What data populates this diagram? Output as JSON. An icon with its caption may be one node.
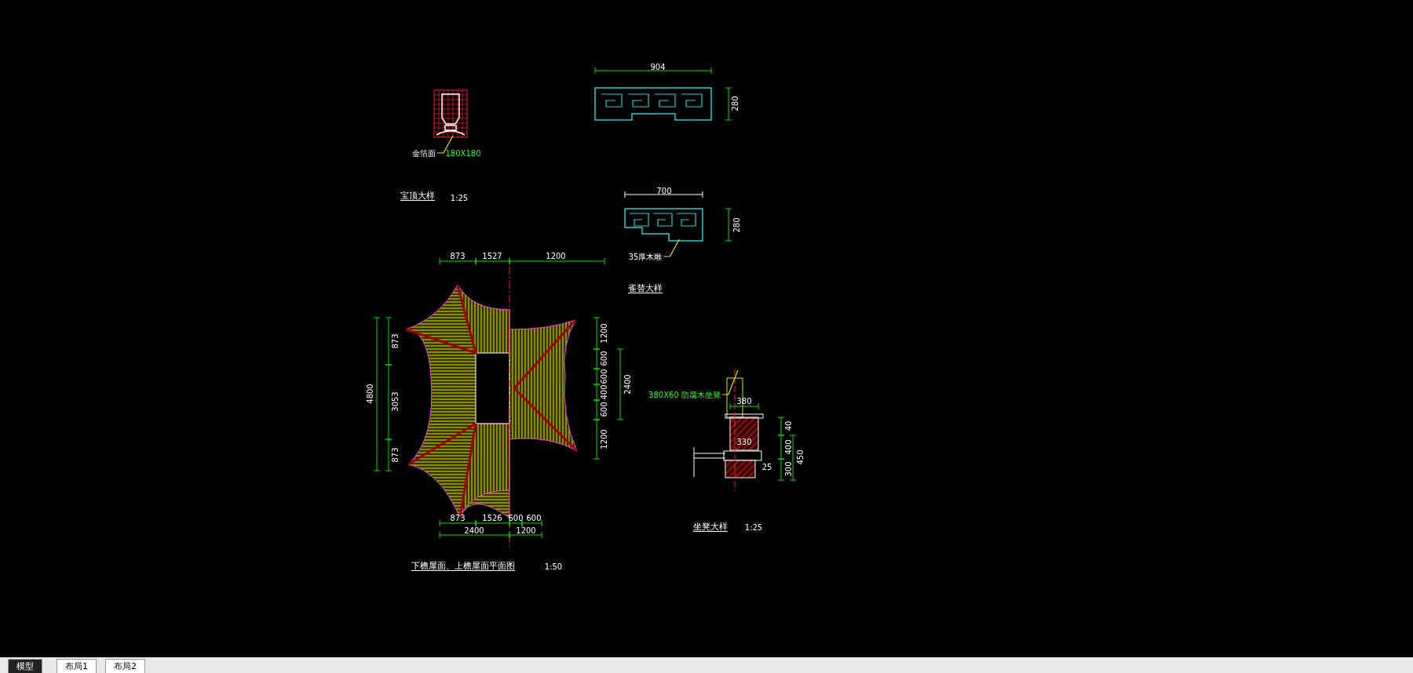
{
  "diagram": {
    "nodes": [
      {
        "text": [
          "金箔面"
        ]
      },
      {
        "text": [],
        "shape": "picture"
      },
      {
        "text": [
          "35厚木雕"
        ]
      },
      {
        "text": [],
        "shape": "picture"
      },
      {
        "text": [
          "380X60 防腐木坐凳"
        ]
      },
      {
        "text": [],
        "shape": "picture"
      }
    ],
    "edges": [
      {
        "from": 0,
        "to": 1,
        "arrow": "none"
      },
      {
        "from": 2,
        "to": 3,
        "arrow": "none"
      },
      {
        "from": 4,
        "to": 5,
        "arrow": "none"
      }
    ],
    "labels": [
      "904",
      "280",
      "180X180",
      "宝顶大样",
      "1:25",
      "700",
      "280",
      "雀替大样",
      "873",
      "1527",
      "1200",
      "873",
      "3053",
      "873",
      "4800",
      "1200",
      "600",
      "600",
      "400",
      "600",
      "1200",
      "2400",
      "380",
      "330",
      "40",
      "400",
      "450",
      "300",
      "25",
      "873",
      "1526",
      "600",
      "600",
      "2400",
      "1200",
      "坐凳大样",
      "1:25",
      "下檐屋面、上檐屋面平面图",
      "1:50",
      "模型",
      "布局1",
      "布局2"
    ]
  }
}
